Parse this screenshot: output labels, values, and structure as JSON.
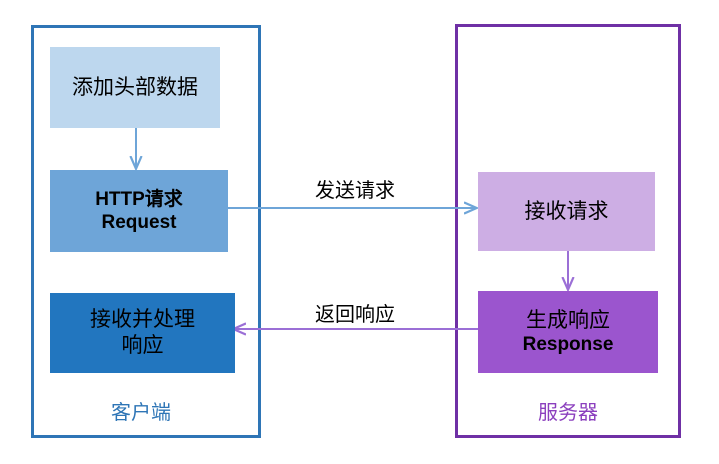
{
  "diagram": {
    "title": "HTTP request response flow",
    "colors": {
      "client_border": "#2E75B6",
      "server_border": "#6F30A5",
      "client_label": "#2E75B6",
      "server_label": "#8B3FBE",
      "box_add_header": "#BDD7EE",
      "box_http_request": "#6EA5D8",
      "box_handle_response": "#2276BF",
      "box_receive_request": "#CDAEE4",
      "box_generate_response": "#9B55CE",
      "arrow_blue": "#6EA5D8",
      "arrow_purple": "#9B6FD6",
      "background": "#FFFFFF"
    },
    "client": {
      "label": "客户端",
      "boxes": {
        "add_header": "添加头部数据",
        "http_request_cn": "HTTP请求",
        "http_request_en": "Request",
        "handle_response_line1": "接收并处理",
        "handle_response_line2": "响应"
      }
    },
    "server": {
      "label": "服务器",
      "boxes": {
        "receive_request": "接收请求",
        "generate_response_cn": "生成响应",
        "generate_response_en": "Response"
      }
    },
    "arrows": {
      "send_request": "发送请求",
      "return_response": "返回响应",
      "client_internal_down": "",
      "server_internal_down": ""
    }
  }
}
